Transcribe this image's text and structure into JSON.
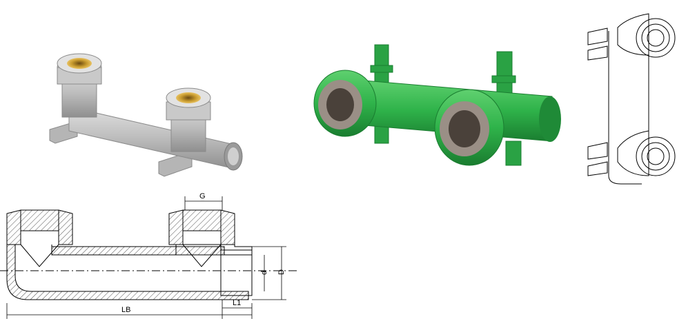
{
  "figure": {
    "products": [
      {
        "name": "gray-fitting",
        "body_color": "#bdbdbd",
        "nut_color": "#c9c9c9",
        "thread_color": "#c79a2e"
      },
      {
        "name": "green-fitting",
        "body_color": "#2fb34a",
        "insert_color": "#9a8f86"
      },
      {
        "name": "outline-fitting",
        "stroke_color": "#000000"
      }
    ],
    "dimensions": {
      "thread": "G",
      "inner_diameter": "d",
      "outer_diameter": "D",
      "spigot_length": "L1",
      "overall_length": "LB"
    }
  }
}
